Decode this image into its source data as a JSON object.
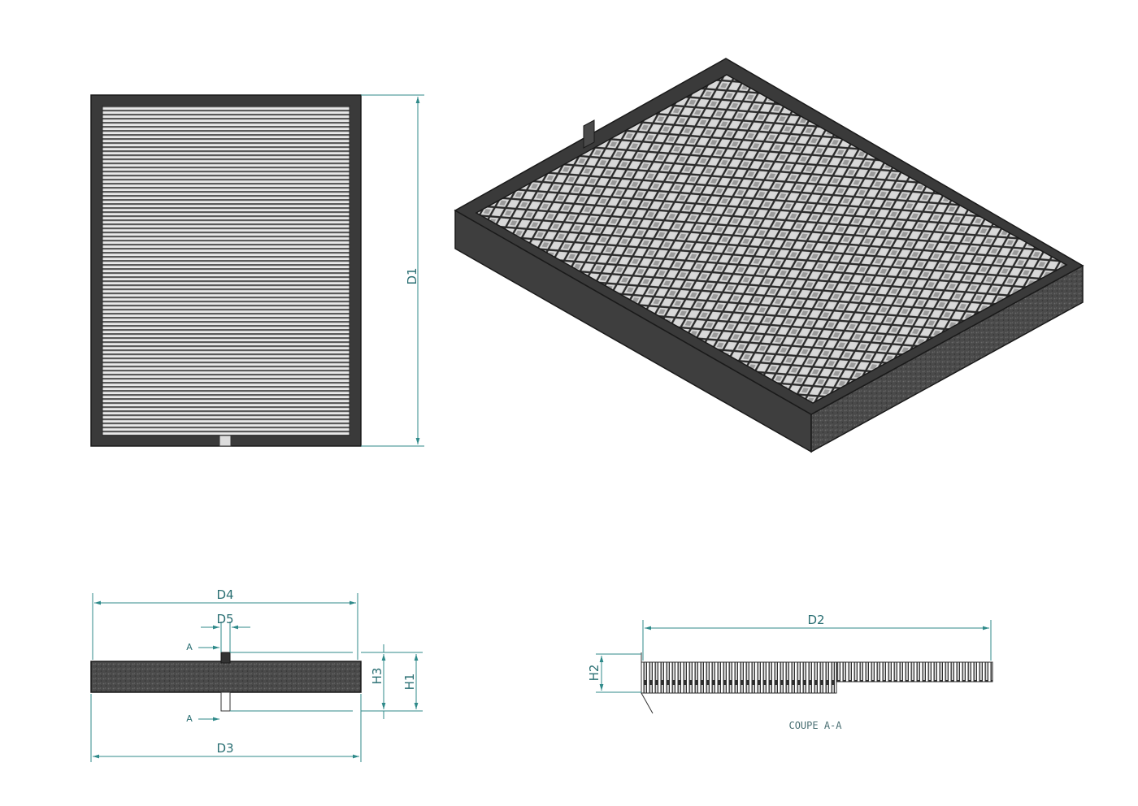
{
  "dimensions": {
    "d1": "D1",
    "d2": "D2",
    "d3": "D3",
    "d4": "D4",
    "d5": "D5",
    "h1": "H1",
    "h2": "H2",
    "h3": "H3"
  },
  "section_marks": {
    "top": "A",
    "bottom": "A"
  },
  "section_caption": "COUPE A-A",
  "colors": {
    "dimension_line": "#2f8a8a",
    "frame": "#3a3a3a",
    "media": "#555555"
  }
}
